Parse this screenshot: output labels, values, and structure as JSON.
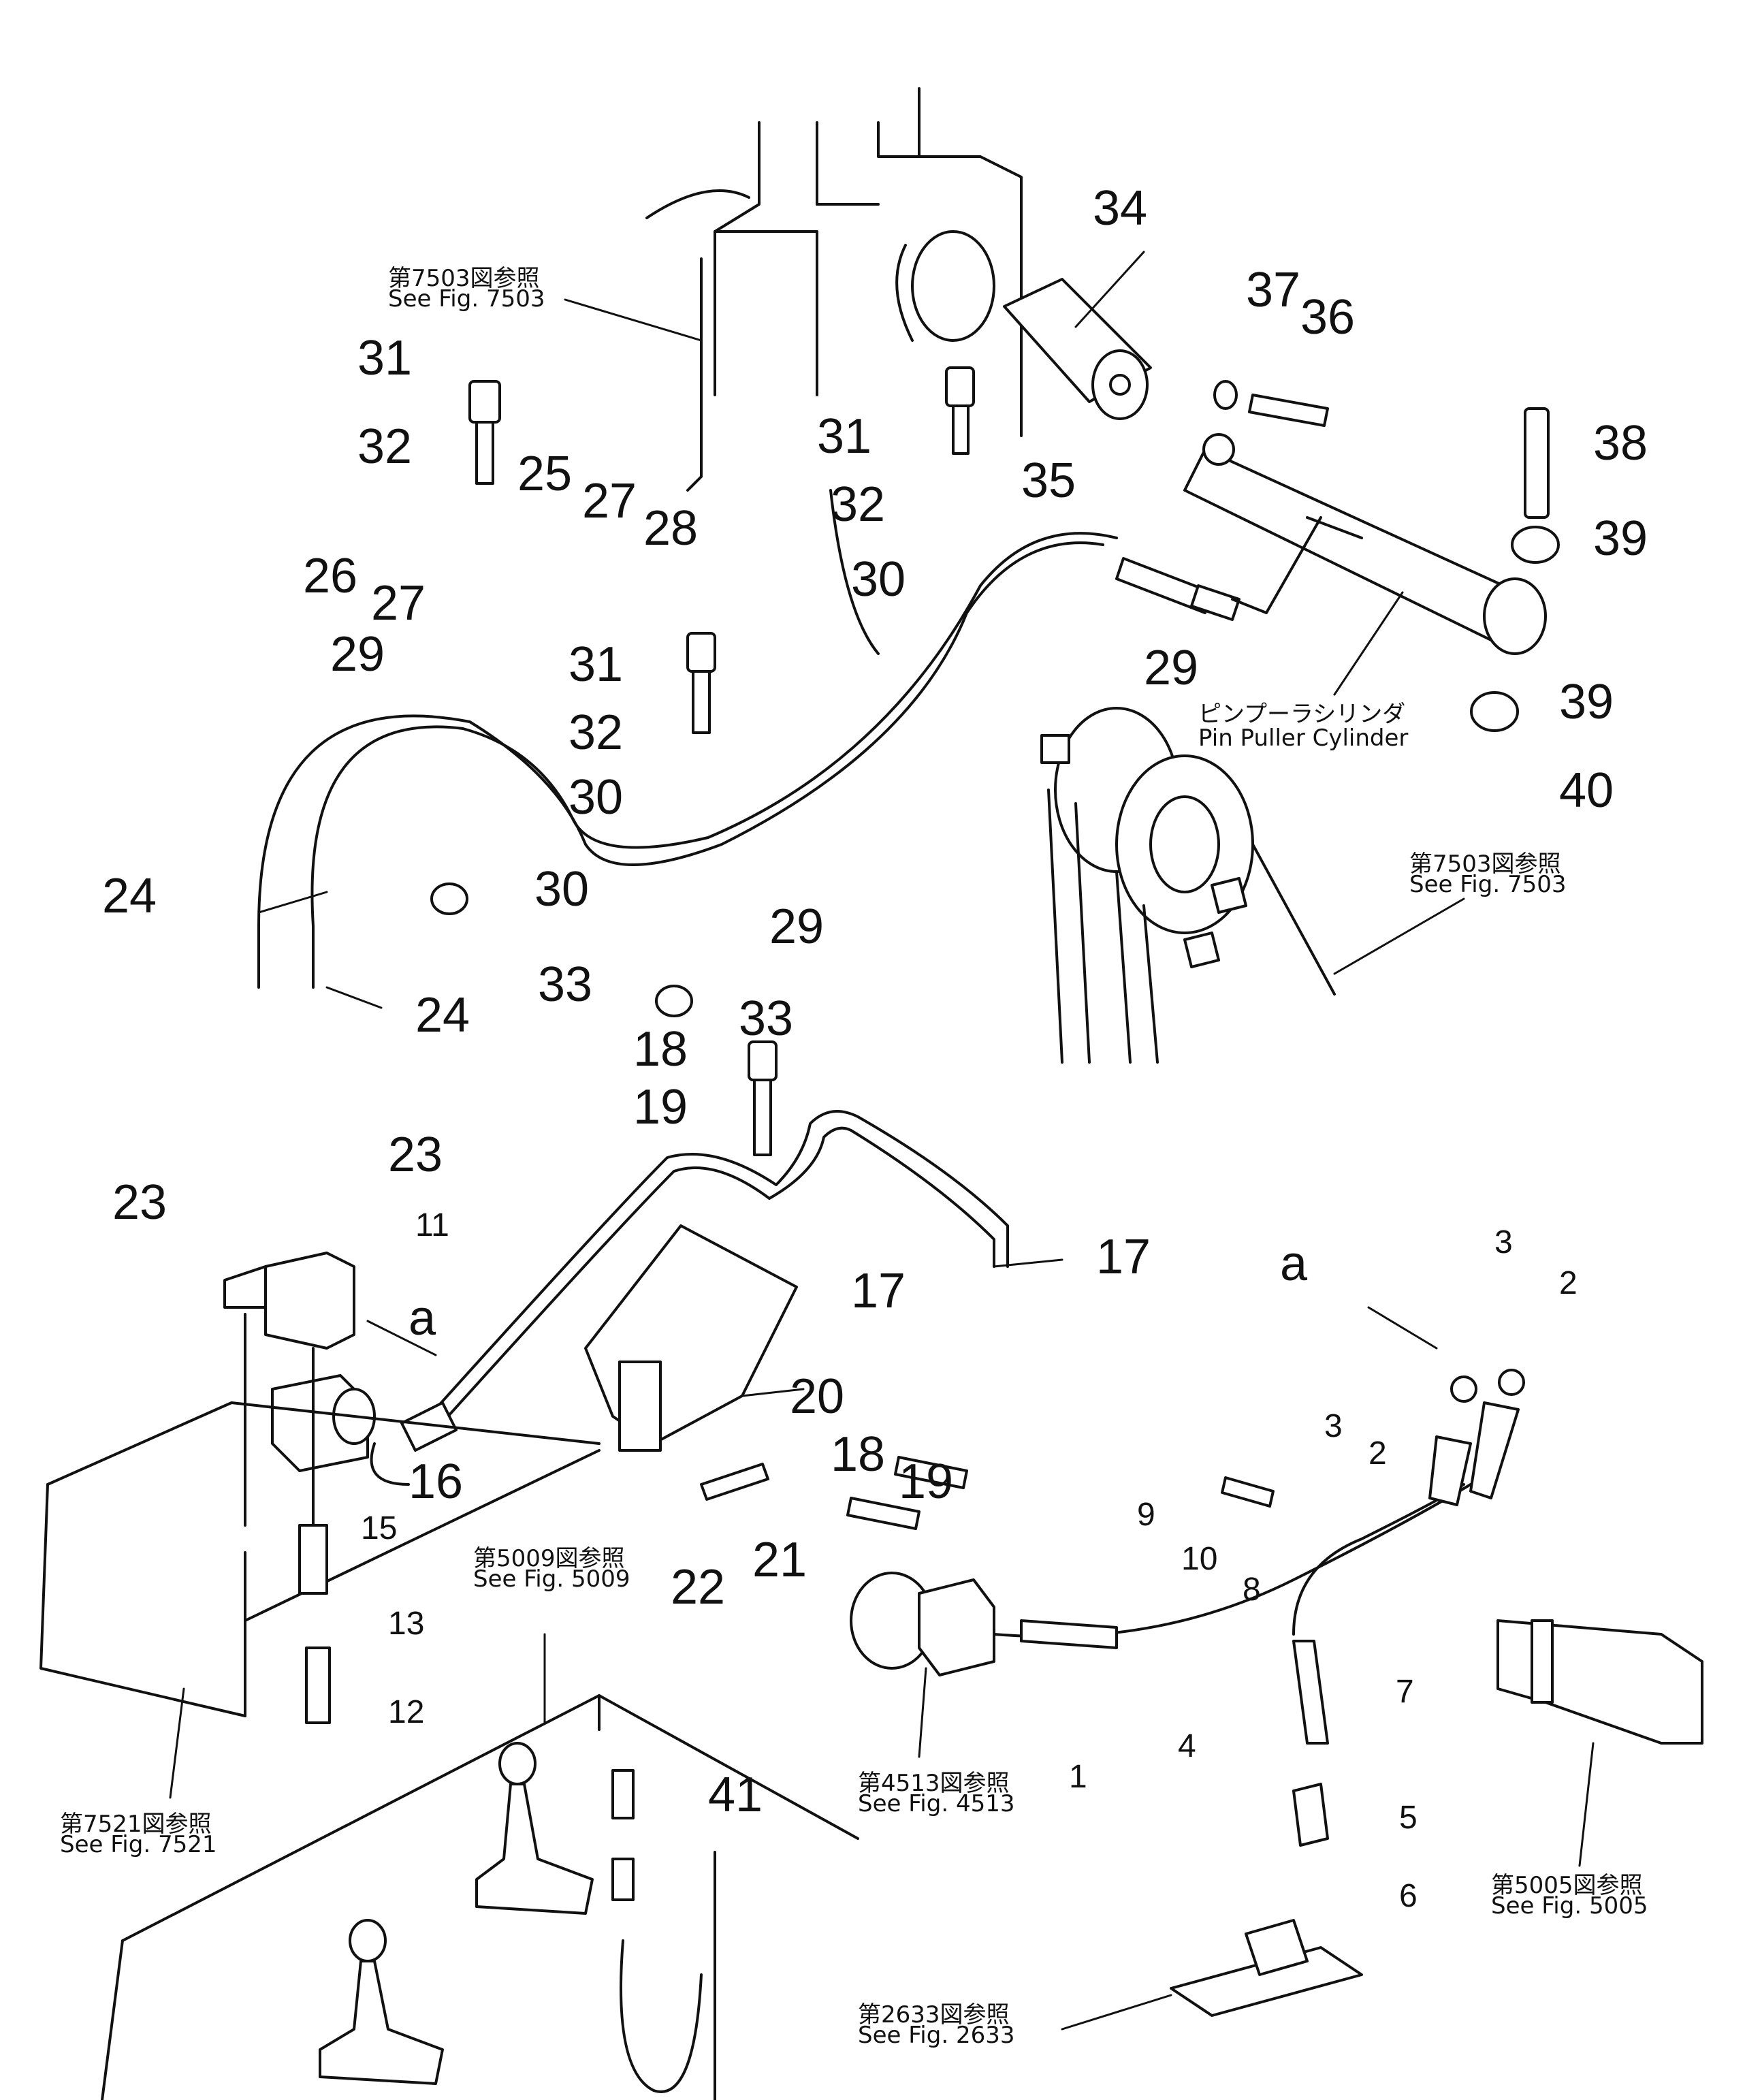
{
  "references": [
    {
      "jp": "第7503図参照",
      "en": "See  Fig.  7503"
    },
    {
      "jp": "第7503図参照",
      "en": "See  Fig.  7503"
    },
    {
      "jp": "第5009図参照",
      "en": "See  Fig.  5009"
    },
    {
      "jp": "第7521図参照",
      "en": "See  Fig.  7521"
    },
    {
      "jp": "第4513図参照",
      "en": "See  Fig.  4513"
    },
    {
      "jp": "第2633図参照",
      "en": "See  Fig.  2633"
    },
    {
      "jp": "第5005図参照",
      "en": "See  Fig.  5005"
    }
  ],
  "component_label": {
    "jp": "ピンプーラシリンダ",
    "en": "Pin  Puller  Cylinder"
  },
  "view_markers": [
    "a",
    "a"
  ],
  "callouts_large": [
    "34",
    "37",
    "36",
    "31",
    "32",
    "25",
    "27",
    "28",
    "26",
    "27",
    "29",
    "31",
    "32",
    "35",
    "38",
    "39",
    "30",
    "29",
    "39",
    "40",
    "31",
    "32",
    "30",
    "30",
    "24",
    "33",
    "29",
    "24",
    "33",
    "18",
    "19",
    "23",
    "23",
    "17",
    "17",
    "20",
    "18",
    "19",
    "16",
    "22",
    "21",
    "41"
  ],
  "callouts_small": [
    "11",
    "15",
    "13",
    "12",
    "3",
    "2",
    "3",
    "2",
    "9",
    "10",
    "8",
    "7",
    "1",
    "4",
    "5",
    "6"
  ]
}
